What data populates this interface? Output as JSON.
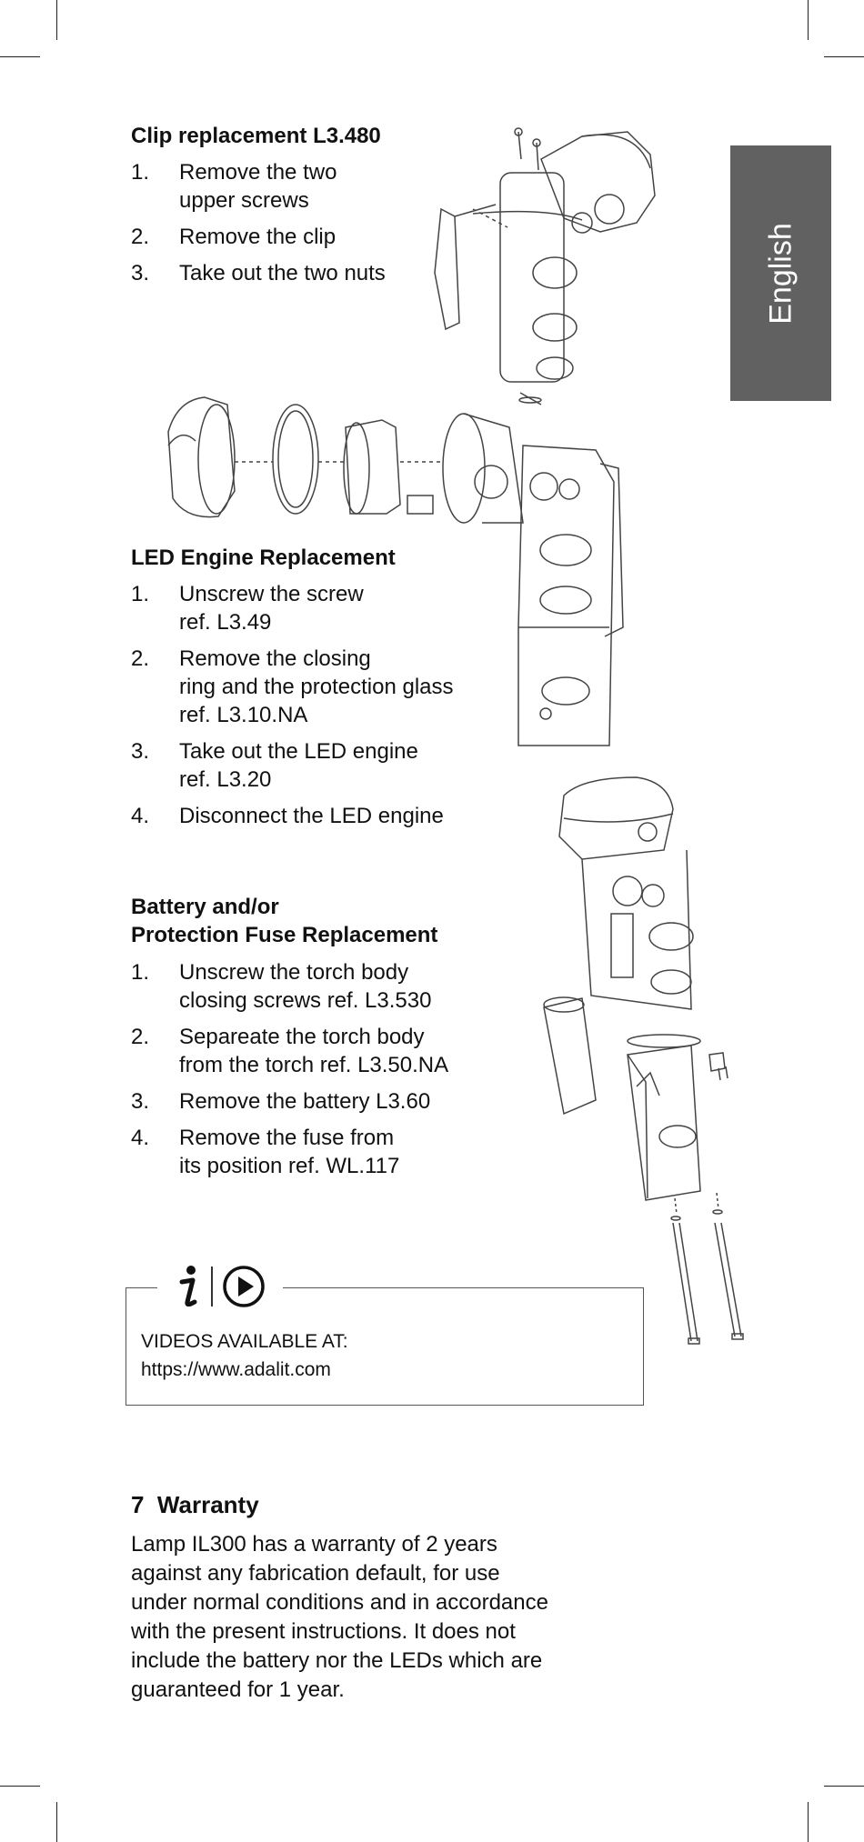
{
  "language_tab": "English",
  "clip_section": {
    "title": "Clip replacement L3.480",
    "steps": [
      {
        "num": "1.",
        "lines": [
          "Remove the two",
          "upper screws"
        ]
      },
      {
        "num": "2.",
        "lines": [
          "Remove the clip"
        ]
      },
      {
        "num": "3.",
        "lines": [
          "Take out the two nuts"
        ]
      }
    ]
  },
  "led_section": {
    "title": "LED Engine Replacement",
    "steps": [
      {
        "num": "1.",
        "lines": [
          "Unscrew the screw",
          "ref. L3.49"
        ]
      },
      {
        "num": "2.",
        "lines": [
          "Remove the closing",
          "ring and the protection glass",
          "ref. L3.10.NA"
        ]
      },
      {
        "num": "3.",
        "lines": [
          "Take out the LED engine",
          "ref. L3.20"
        ]
      },
      {
        "num": "4.",
        "lines": [
          "Disconnect the LED engine"
        ]
      }
    ]
  },
  "battery_section": {
    "title_line1": "Battery and/or",
    "title_line2": "Protection Fuse Replacement",
    "steps": [
      {
        "num": "1.",
        "lines": [
          "Unscrew the torch body",
          "closing screws ref. L3.530"
        ]
      },
      {
        "num": "2.",
        "lines": [
          "Separeate the torch body",
          "from the torch ref. L3.50.NA"
        ]
      },
      {
        "num": "3.",
        "lines": [
          "Remove the battery L3.60"
        ]
      },
      {
        "num": "4.",
        "lines": [
          "Remove the fuse from",
          "its position ref. WL.117"
        ]
      }
    ]
  },
  "info_box": {
    "line1": "VIDEOS AVAILABLE AT:",
    "line2": "https://www.adalit.com",
    "icons": [
      "info-icon",
      "play-icon"
    ]
  },
  "warranty": {
    "number": "7",
    "title": "Warranty",
    "lines": [
      "Lamp IL300 has a warranty of 2 years",
      "against any fabrication default, for use",
      "under normal conditions and in accordance",
      "with the present instructions. It does not",
      "include the battery nor the LEDs which are",
      "guaranteed for 1 year."
    ]
  },
  "colors": {
    "tab_background": "#616161",
    "tab_text": "#ffffff",
    "text": "#111111",
    "line_art": "#444444"
  }
}
